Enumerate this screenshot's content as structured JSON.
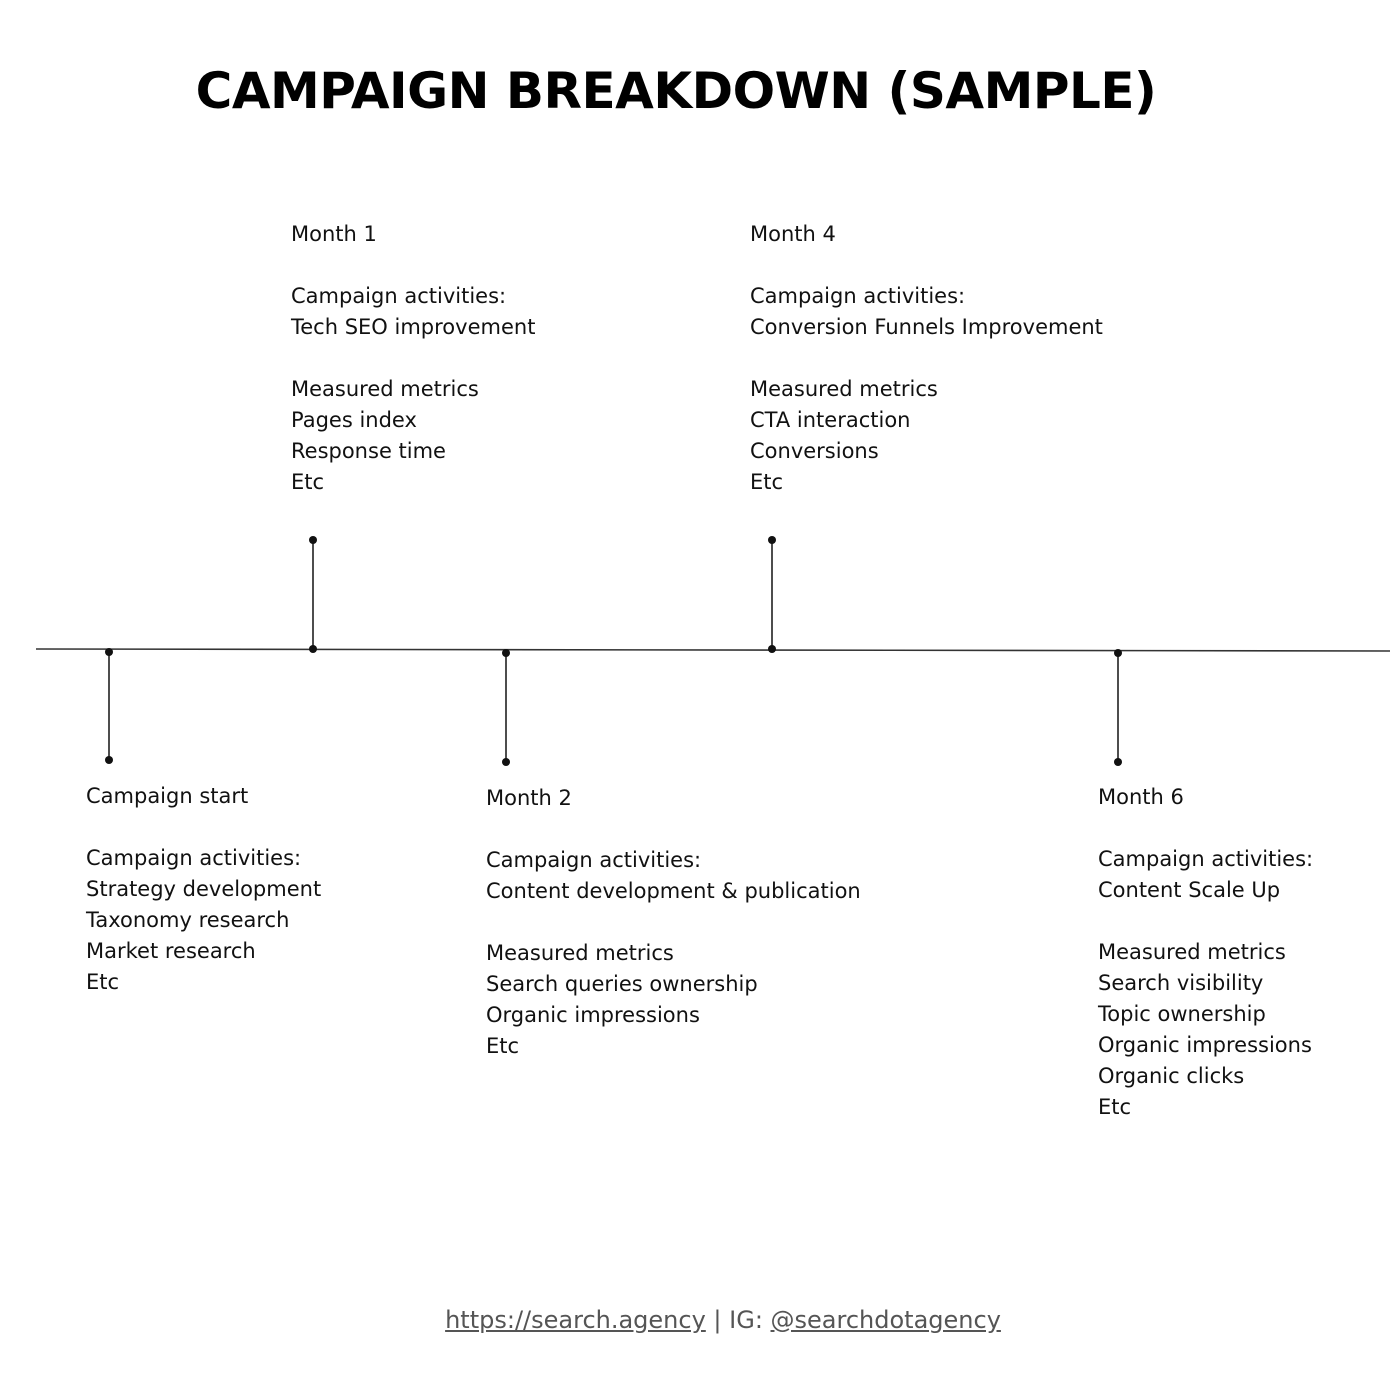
{
  "title": "CAMPAIGN BREAKDOWN (SAMPLE)",
  "milestones": [
    {
      "id": "campaign-start",
      "title": "Campaign start",
      "position": "below",
      "activities_label": "Campaign activities:",
      "activities": [
        "Strategy development",
        "Taxonomy research",
        "Market research",
        "Etc"
      ],
      "metrics_label": "",
      "metrics": []
    },
    {
      "id": "month-1",
      "title": "Month 1",
      "position": "above",
      "activities_label": "Campaign activities:",
      "activities": [
        "Tech SEO improvement"
      ],
      "metrics_label": "Measured metrics",
      "metrics": [
        "Pages index",
        "Response time",
        "Etc"
      ]
    },
    {
      "id": "month-2",
      "title": "Month 2",
      "position": "below",
      "activities_label": "Campaign activities:",
      "activities": [
        "Content development & publication"
      ],
      "metrics_label": "Measured metrics",
      "metrics": [
        "Search queries ownership",
        "Organic impressions",
        "Etc"
      ]
    },
    {
      "id": "month-4",
      "title": "Month 4",
      "position": "above",
      "activities_label": "Campaign activities:",
      "activities": [
        "Conversion Funnels Improvement"
      ],
      "metrics_label": "Measured metrics",
      "metrics": [
        "CTA interaction",
        "Conversions",
        "Etc"
      ]
    },
    {
      "id": "month-6",
      "title": "Month 6",
      "position": "below",
      "activities_label": "Campaign activities:",
      "activities": [
        "Content Scale Up"
      ],
      "metrics_label": "Measured metrics",
      "metrics": [
        "Search visibility",
        "Topic ownership",
        "Organic impressions",
        "Organic clicks",
        "Etc"
      ]
    }
  ],
  "footer": {
    "link_text": "https://search.agency",
    "separator": " | IG: ",
    "ig_handle": "@searchdotagency"
  },
  "colors": {
    "line": "#333333",
    "text": "#111111",
    "footer": "#555555"
  }
}
